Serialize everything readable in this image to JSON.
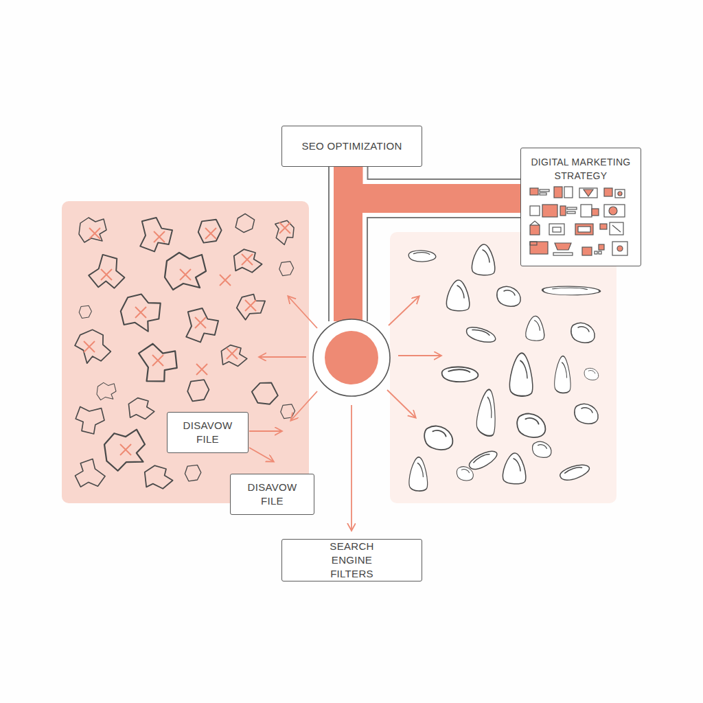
{
  "diagram": {
    "nodes": [
      {
        "text": [
          "SEO OPTIMIZATION"
        ]
      },
      {
        "text": [
          "DIGITAL MARKETING STRATEGY"
        ]
      },
      {
        "text": [
          "DISAVOW FILE"
        ]
      },
      {
        "text": [
          "DISAVOW FILE"
        ]
      },
      {
        "text": [
          "SEARCH ENGINE FILTERS"
        ]
      }
    ],
    "edges": [
      {
        "from": 0,
        "to": 1,
        "arrow": "none"
      }
    ]
  }
}
